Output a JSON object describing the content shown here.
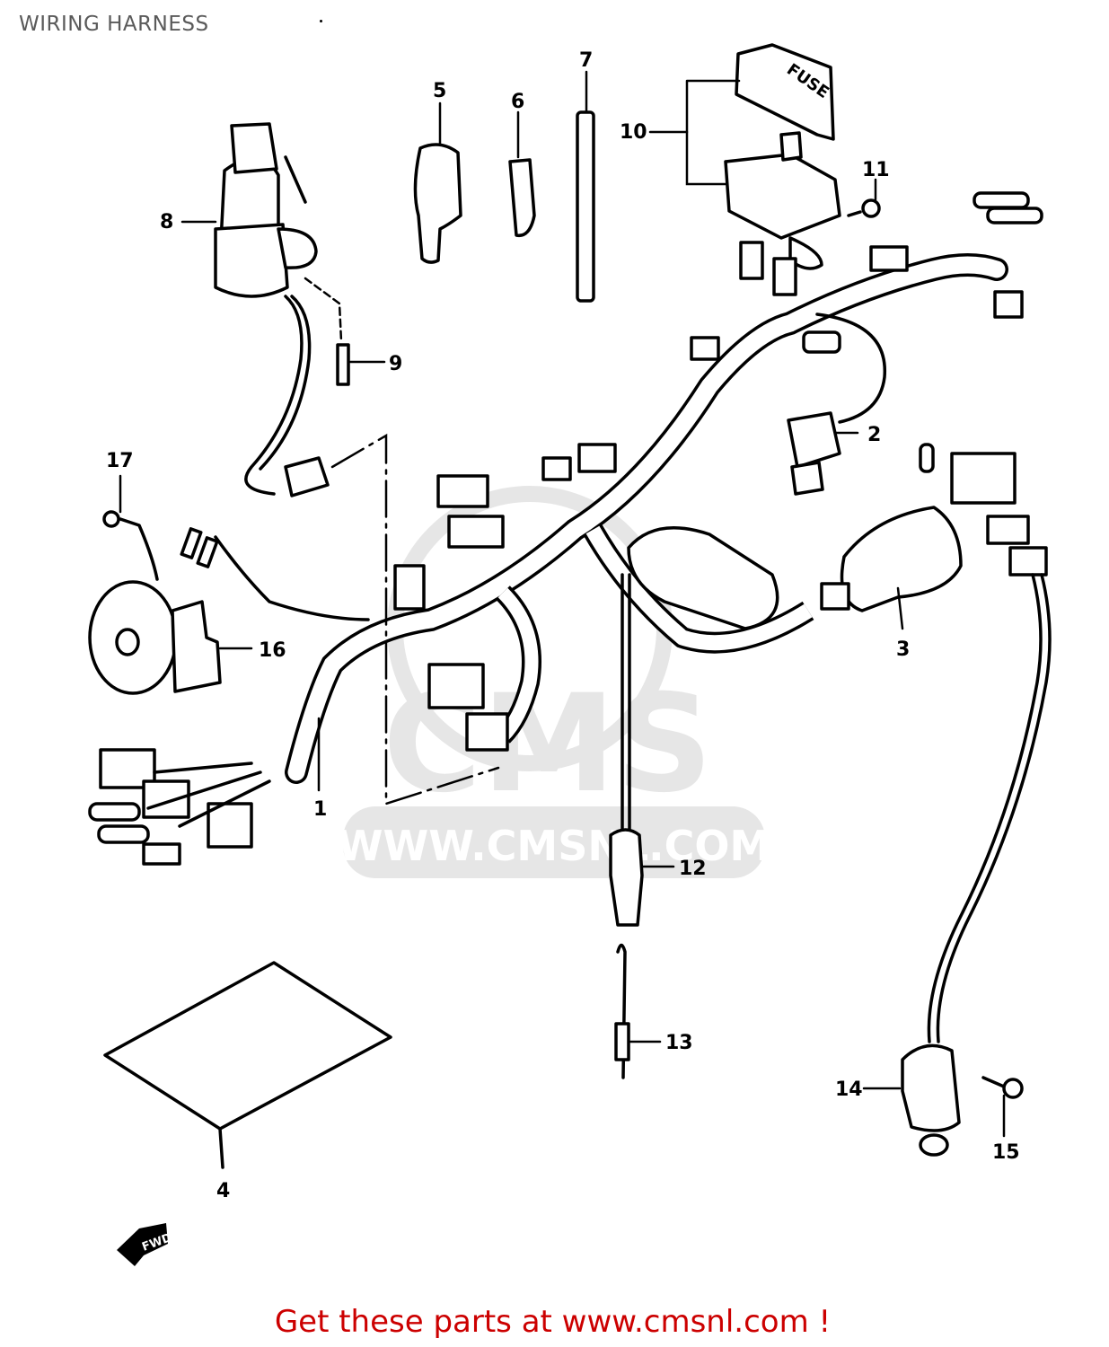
{
  "header": {
    "title": "WIRING HARNESS"
  },
  "watermark": {
    "logo_text": "CMS",
    "url_text": "WWW.CMSNL.COM",
    "color": "#e6e6e6"
  },
  "orientation_marker": {
    "label": "FWD",
    "icon": "forward-arrow-icon"
  },
  "fuse_box_label": "FUSE",
  "callouts": [
    {
      "number": "1",
      "part": "wiring-harness"
    },
    {
      "number": "2",
      "part": "relay"
    },
    {
      "number": "3",
      "part": "ignition-coil"
    },
    {
      "number": "4",
      "part": "wiring-diagram-sheet"
    },
    {
      "number": "5",
      "part": "clamp"
    },
    {
      "number": "6",
      "part": "clamp"
    },
    {
      "number": "7",
      "part": "cable-tie"
    },
    {
      "number": "8",
      "part": "ignition-switch"
    },
    {
      "number": "9",
      "part": "bolt"
    },
    {
      "number": "10",
      "part": "fuse-box"
    },
    {
      "number": "11",
      "part": "screw"
    },
    {
      "number": "12",
      "part": "spark-plug-cap"
    },
    {
      "number": "13",
      "part": "spring"
    },
    {
      "number": "14",
      "part": "neutral-switch"
    },
    {
      "number": "15",
      "part": "screw"
    },
    {
      "number": "16",
      "part": "horn"
    },
    {
      "number": "17",
      "part": "bolt"
    }
  ],
  "footer": {
    "text": "Get these parts at www.cmsnl.com !",
    "color": "#cc0000"
  }
}
